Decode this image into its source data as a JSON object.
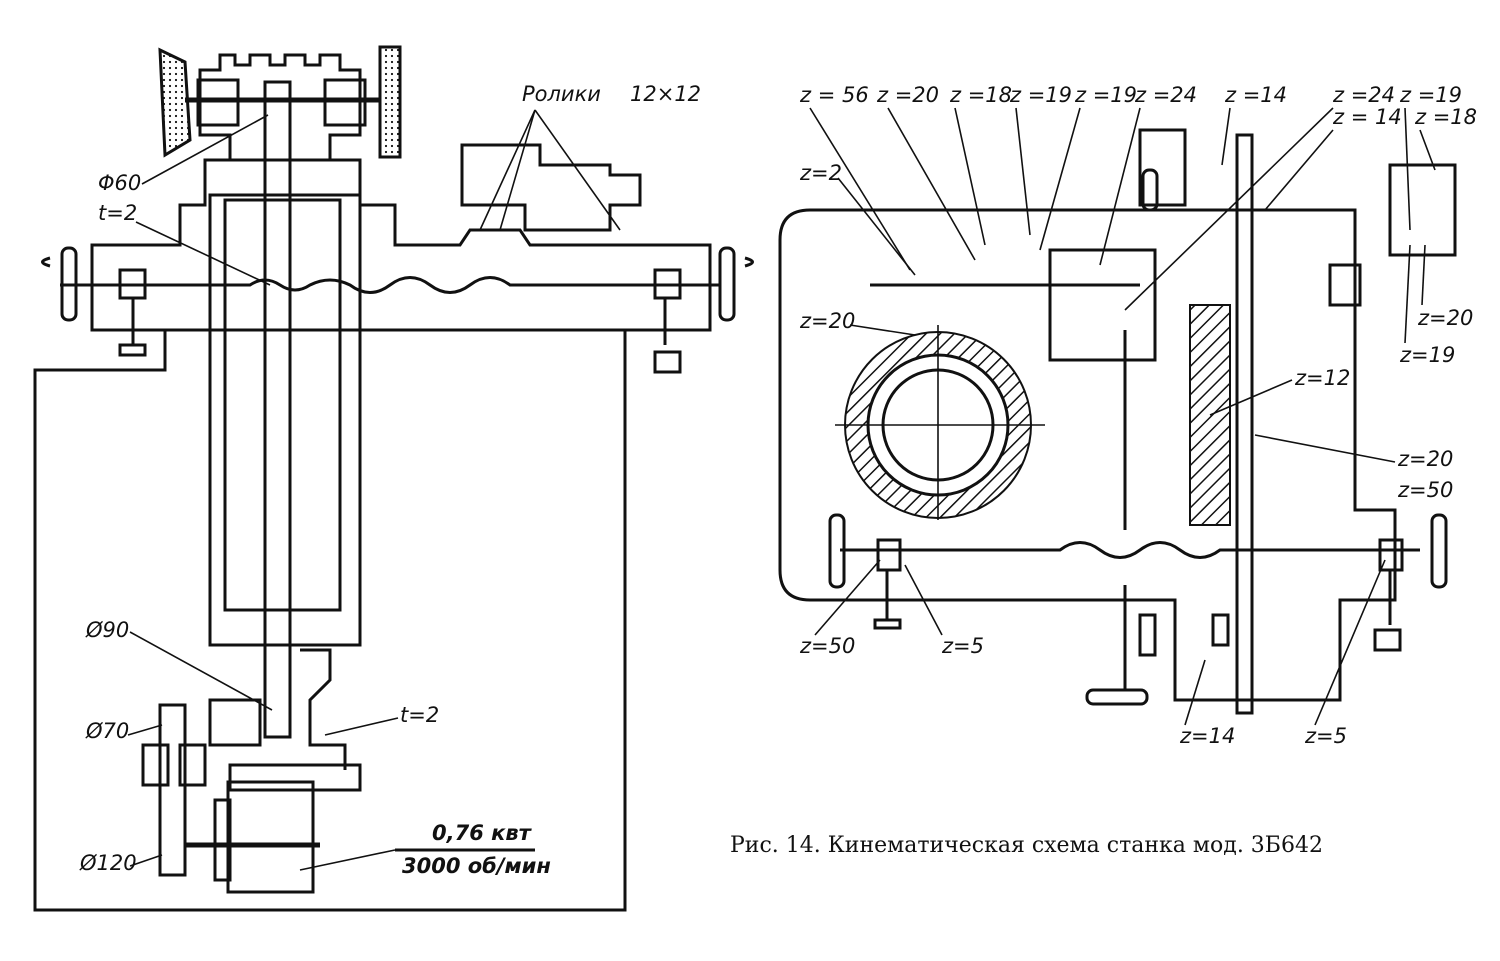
{
  "caption": "Рис. 14. Кинематическая схема станка мод. 3Б642",
  "left_view": {
    "labels": {
      "rollers": "Ролики",
      "rollers_size": "12×12",
      "pulley_top": "Φ60",
      "pitch_top": "t=2",
      "pulley_90": "Ø90",
      "pulley_70": "Ø70",
      "pulley_120": "Ø120",
      "pitch_bottom": "t=2",
      "motor_power": "0,76 квт",
      "motor_speed": "3000 об/мин"
    }
  },
  "right_view": {
    "labels": {
      "z56": "z = 56",
      "z20a": "z =20",
      "z18a": "z =18",
      "z19a": "z =19",
      "z19b": "z =19",
      "z24a": "z =24",
      "z14a": "z =14",
      "z24b": "z =24",
      "z14b": "z = 14",
      "z19c": "z =19",
      "z18b": "z =18",
      "z2": "z=2",
      "z20b": "z=20",
      "z20c": "z=20",
      "z19d": "z=19",
      "z12": "z=12",
      "z20d": "z=20",
      "z50a": "z=50",
      "z50b": "z=50",
      "z5a": "z=5",
      "z14c": "z=14",
      "z5b": "z=5"
    }
  }
}
